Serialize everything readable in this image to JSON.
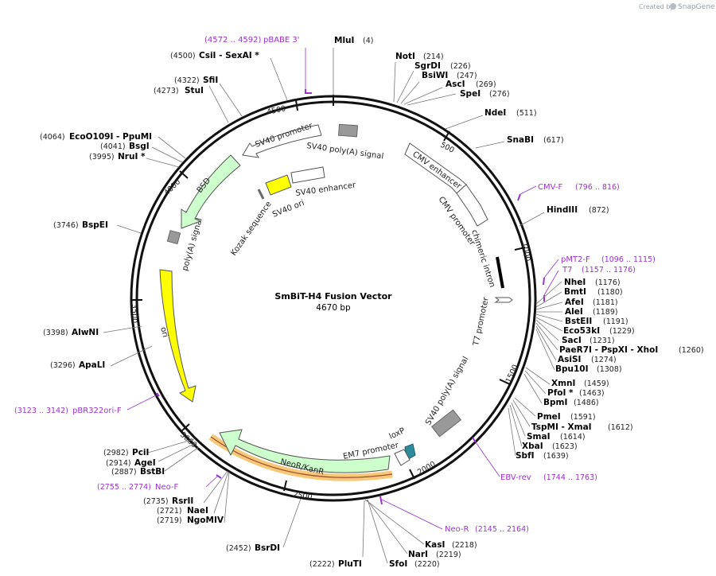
{
  "title": "SmBiT-H4 Fusion Vector",
  "length": "4670 bp",
  "credit": "Created by",
  "brand": "SnapGene",
  "ticks": [
    "500",
    "1000",
    "1500",
    "2000",
    "2500",
    "3000",
    "3500",
    "4000",
    "4500"
  ],
  "sites": [
    {
      "name": "MluI",
      "pos": "(4)"
    },
    {
      "name": "NotI",
      "pos": "(214)"
    },
    {
      "name": "SgrDI",
      "pos": "(226)"
    },
    {
      "name": "BsiWI",
      "pos": "(247)"
    },
    {
      "name": "AscI",
      "pos": "(269)"
    },
    {
      "name": "SpeI",
      "pos": "(276)"
    },
    {
      "name": "NdeI",
      "pos": "(511)"
    },
    {
      "name": "SnaBI",
      "pos": "(617)"
    },
    {
      "name": "HindIII",
      "pos": "(872)"
    },
    {
      "name": "NheI",
      "pos": "(1176)"
    },
    {
      "name": "BmtI",
      "pos": "(1180)"
    },
    {
      "name": "AfeI",
      "pos": "(1181)"
    },
    {
      "name": "AleI",
      "pos": "(1189)"
    },
    {
      "name": "BstEII",
      "pos": "(1191)"
    },
    {
      "name": "Eco53kI",
      "pos": "(1229)"
    },
    {
      "name": "SacI",
      "pos": "(1231)"
    },
    {
      "name": "PaeR7I - PspXI - XhoI",
      "pos": "(1260)"
    },
    {
      "name": "AsiSI",
      "pos": "(1274)"
    },
    {
      "name": "Bpu10I",
      "pos": "(1308)"
    },
    {
      "name": "XmnI",
      "pos": "(1459)"
    },
    {
      "name": "PfoI *",
      "pos": "(1463)"
    },
    {
      "name": "BpmI",
      "pos": "(1486)"
    },
    {
      "name": "PmeI",
      "pos": "(1591)"
    },
    {
      "name": "TspMI - XmaI",
      "pos": "(1612)"
    },
    {
      "name": "SmaI",
      "pos": "(1614)"
    },
    {
      "name": "XbaI",
      "pos": "(1623)"
    },
    {
      "name": "SbfI",
      "pos": "(1639)"
    },
    {
      "name": "KasI",
      "pos": "(2218)"
    },
    {
      "name": "NarI",
      "pos": "(2219)"
    },
    {
      "name": "SfoI",
      "pos": "(2220)"
    },
    {
      "name": "PluTI",
      "pos": "(2222)"
    },
    {
      "name": "BsrDI",
      "pos": "(2452)"
    },
    {
      "name": "NgoMIV",
      "pos": "(2719)"
    },
    {
      "name": "NaeI",
      "pos": "(2721)"
    },
    {
      "name": "RsrII",
      "pos": "(2735)"
    },
    {
      "name": "BstBI",
      "pos": "(2887)"
    },
    {
      "name": "AgeI",
      "pos": "(2914)"
    },
    {
      "name": "PciI",
      "pos": "(2982)"
    },
    {
      "name": "ApaLI",
      "pos": "(3296)"
    },
    {
      "name": "AlwNI",
      "pos": "(3398)"
    },
    {
      "name": "BspEI",
      "pos": "(3746)"
    },
    {
      "name": "NruI *",
      "pos": "(3995)"
    },
    {
      "name": "BsgI",
      "pos": "(4041)"
    },
    {
      "name": "EcoO109I - PpuMI",
      "pos": "(4064)"
    },
    {
      "name": "StuI",
      "pos": "(4273)"
    },
    {
      "name": "SfiI",
      "pos": "(4322)"
    },
    {
      "name": "CsiI - SexAI *",
      "pos": "(4500)"
    }
  ],
  "primers": [
    {
      "name": "pBABE 3'",
      "pos": "(4572 .. 4592)"
    },
    {
      "name": "CMV-F",
      "pos": "(796 .. 816)"
    },
    {
      "name": "pMT2-F",
      "pos": "(1096 .. 1115)"
    },
    {
      "name": "T7",
      "pos": "(1157 .. 1176)"
    },
    {
      "name": "EBV-rev",
      "pos": "(1744 .. 1763)"
    },
    {
      "name": "Neo-R",
      "pos": "(2145 .. 2164)"
    },
    {
      "name": "Neo-F",
      "pos": "(2755 .. 2774)"
    },
    {
      "name": "pBR322ori-F",
      "pos": "(3123 .. 3142)"
    }
  ],
  "features": [
    "SV40 poly(A) signal",
    "CMV enhancer",
    "CMV promoter",
    "chimeric intron",
    "T7 promoter",
    "SV40 poly(A) signal",
    "loxP",
    "EM7 promoter",
    "NeoR/KanR",
    "ori",
    "poly(A) signal",
    "BSD",
    "SV40 promoter",
    "SV40 enhancer",
    "SV40 ori",
    "Kozak sequence"
  ],
  "colors": {
    "backbone": "#111111",
    "ori": "#ffff00",
    "marker": "#ccffcc",
    "polya": "#999999",
    "primer": "#9933cc",
    "selected": "#f5b041",
    "loxp": "#2e8b9e"
  }
}
